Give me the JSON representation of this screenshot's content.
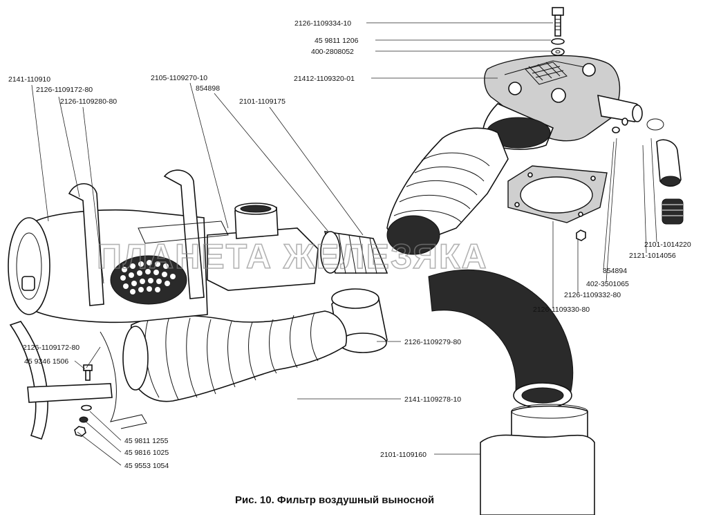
{
  "caption": "Рис. 10. Фильтр воздушный выносной",
  "watermark": "ПЛАНЕТА ЖЕЛЕЗЯКА",
  "labels": {
    "p01": "2126-1109334-10",
    "p02": "45 9811 1206",
    "p03": "400-2808052",
    "p04": "21412-1109320-01",
    "p05": "2141-110910",
    "p06": "2126-1109172-80",
    "p07": "2126-1109280-80",
    "p08": "2105-1109270-10",
    "p09": "854898",
    "p10": "2101-1109175",
    "p11": "2101-1014220",
    "p12": "2121-1014056",
    "p13": "854894",
    "p14": "402-3501065",
    "p15": "2126-1109332-80",
    "p16": "2126-1109330-80",
    "p17": "2126-1109172-80",
    "p18": "45 9346 1506",
    "p19": "2126-1109279-80",
    "p20": "2141-1109278-10",
    "p21": "45 9811 1255",
    "p22": "45 9816 1025",
    "p23": "45 9553 1054",
    "p24": "2101-1109160"
  }
}
